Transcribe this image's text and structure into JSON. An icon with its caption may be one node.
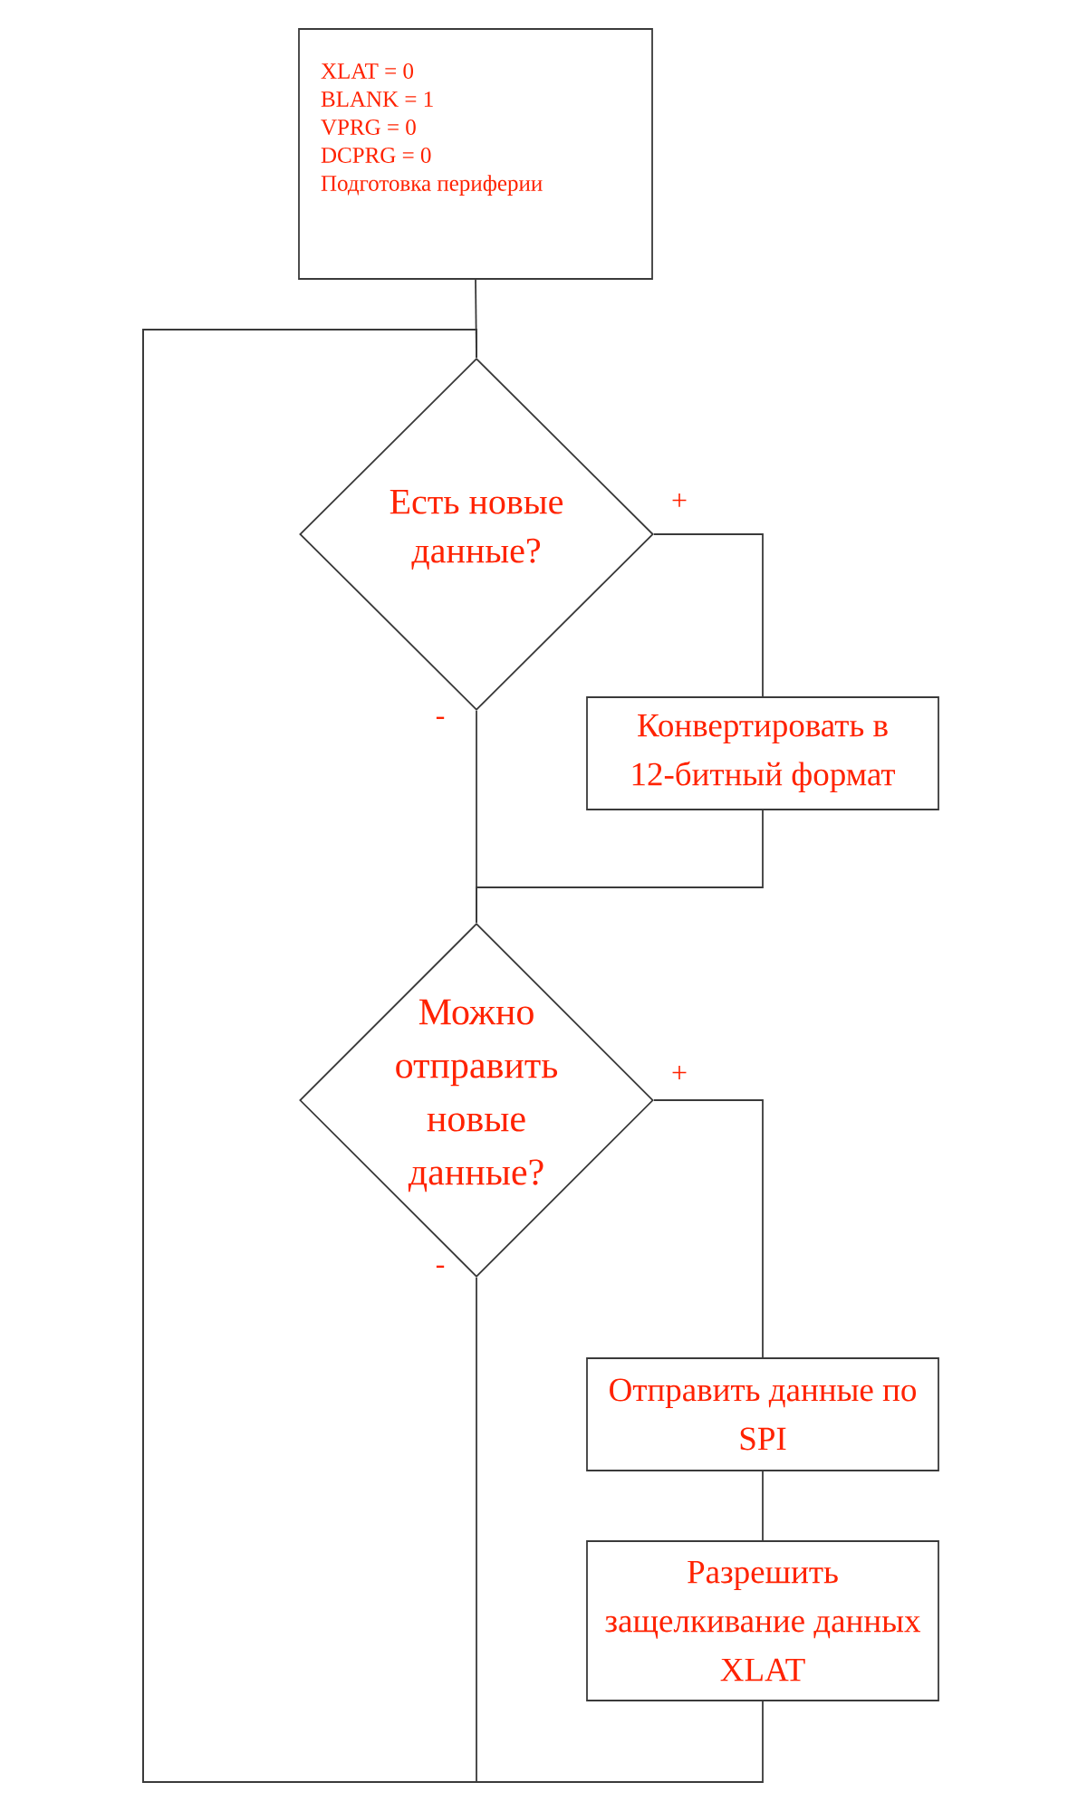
{
  "diagram": {
    "nodes": [
      {
        "text": [
          "XLAT = 0",
          "BLANK = 1",
          "VPRG = 0",
          "DCPRG = 0",
          "Подготовка периферии"
        ]
      },
      {
        "text": [
          "Есть новые данные?"
        ]
      },
      {
        "text": [
          "Конвертировать в 12-битный формат"
        ]
      },
      {
        "text": [
          "Можно отправить новые данные?"
        ]
      },
      {
        "text": [
          "Отправить данные по SPI"
        ]
      },
      {
        "text": [
          "Разрешить защелкивание данных XLAT"
        ]
      }
    ],
    "edges": [
      {
        "from": 0,
        "to": 1,
        "arrow": "none"
      },
      {
        "from": 1,
        "to": 2,
        "arrow": "none",
        "label": "+"
      },
      {
        "from": 1,
        "to": 3,
        "arrow": "none",
        "label": "-"
      },
      {
        "from": 2,
        "to": 3,
        "arrow": "none"
      },
      {
        "from": 3,
        "to": 4,
        "arrow": "none",
        "label": "+"
      },
      {
        "from": 4,
        "to": 5,
        "arrow": "none"
      },
      {
        "from": 3,
        "to": 1,
        "arrow": "none",
        "label": "-"
      },
      {
        "from": 5,
        "to": 1,
        "arrow": "none"
      }
    ]
  }
}
